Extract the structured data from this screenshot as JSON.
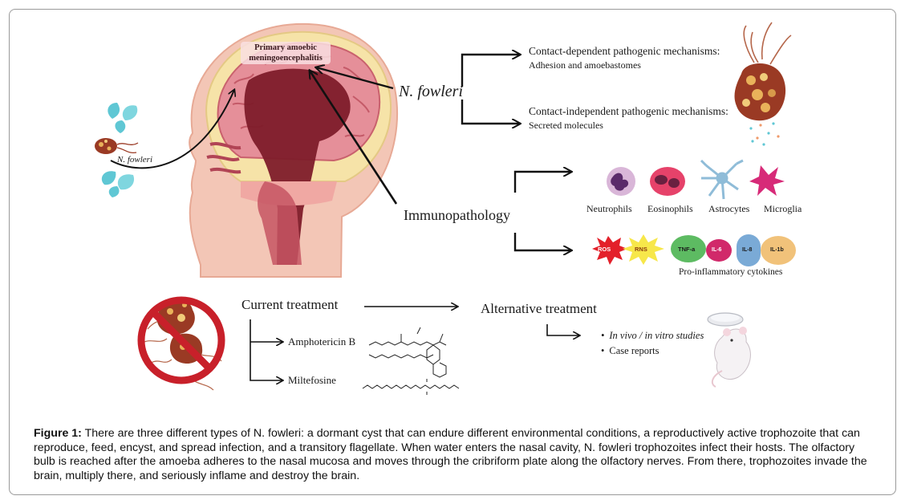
{
  "diagram": {
    "head": {
      "brain_label_line1": "Primary amoebic",
      "brain_label_line2": "meningoencephalitis",
      "nasal_label": "N. fowleri"
    },
    "pathogen": {
      "name": "N. fowleri",
      "contact_dependent_title": "Contact-dependent pathogenic mechanisms:",
      "contact_dependent_detail": "Adhesion and amoebastomes",
      "contact_independent_title": "Contact-independent pathogenic mechanisms:",
      "contact_independent_detail": "Secreted molecules"
    },
    "immunopathology": {
      "label": "Immunopathology",
      "cells": [
        "Neutrophils",
        "Eosinophils",
        "Astrocytes",
        "Microglia"
      ],
      "reactive_species": [
        "ROS",
        "RNS"
      ],
      "cytokines": [
        "TNF-a",
        "IL-6",
        "IL-8",
        "IL-1b"
      ],
      "cytokines_label": "Pro-inflammatory cytokines"
    },
    "treatment": {
      "current_label": "Current treatment",
      "drugs": [
        "Amphotericin B",
        "Miltefosine"
      ],
      "alternative_label": "Alternative treatment",
      "alternative_items": [
        "In vivo / in vitro studies",
        "Case reports"
      ]
    }
  },
  "caption": {
    "label": "Figure 1:",
    "text": "There are three different types of N. fowleri: a dormant cyst that can endure different environmental conditions, a reproductively active trophozoite that can reproduce, feed, encyst, and spread infection, and a transitory flagellate. When water enters the nasal cavity, N. fowleri trophozoites infect their hosts. The olfactory bulb is reached after the amoeba adheres to the nasal mucosa and moves through the cribriform plate along the olfactory nerves. From there, trophozoites invade the brain, multiply there, and seriously inflame and destroy the brain."
  },
  "colors": {
    "skin": "#f3c6b6",
    "skull": "#f6e3a8",
    "brain": "#e58f99",
    "brain_dark": "#7e1c2a",
    "amoeba": "#9a3a24",
    "water": "#5fc7d4",
    "prohibit_red": "#c8202a"
  }
}
